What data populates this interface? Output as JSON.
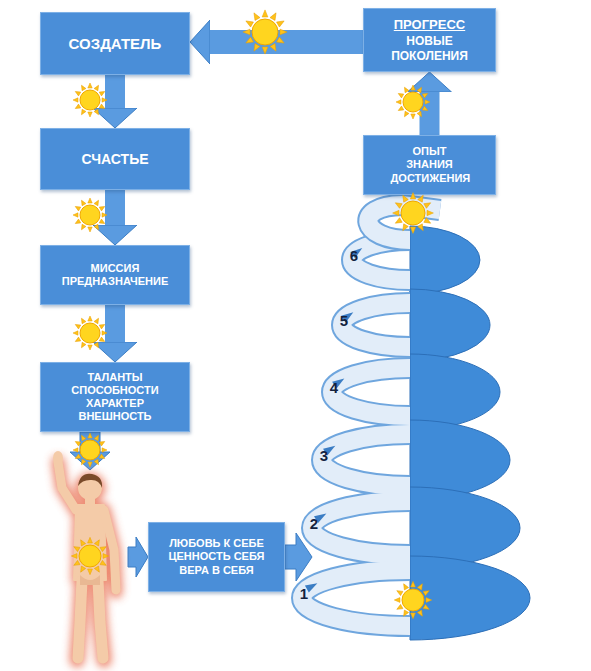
{
  "diagram": {
    "nodes": [
      {
        "text": [
          "СОЗДАТЕЛЬ"
        ]
      },
      {
        "text": [
          "ПРОГРЕСС",
          "НОВЫЕ ПОКОЛЕНИЯ"
        ]
      },
      {
        "text": [
          "СЧАСТЬЕ"
        ]
      },
      {
        "text": [
          "ОПЫТ ЗНАНИЯ ДОСТИЖЕНИЯ"
        ]
      },
      {
        "text": [
          "МИССИЯ ПРЕДНАЗНАЧЕНИЕ"
        ]
      },
      {
        "text": [
          "ТАЛАНТЫ СПОСОБНОСТИ ХАРАКТЕР ВНЕШНОСТЬ"
        ]
      },
      {
        "text": [
          "ЛЮБОВЬ К СЕБЕ ЦЕННОСТЬ СЕБЯ ВЕРА В СЕБЯ"
        ]
      }
    ],
    "edges": [
      {
        "from": 1,
        "to": 0,
        "arrow": "to"
      },
      {
        "from": 0,
        "to": 2,
        "arrow": "to"
      },
      {
        "from": 2,
        "to": 4,
        "arrow": "to"
      },
      {
        "from": 4,
        "to": 5,
        "arrow": "to"
      },
      {
        "from": 3,
        "to": 1,
        "arrow": "to"
      }
    ],
    "labels": [
      "1",
      "2",
      "3",
      "4",
      "5",
      "6"
    ]
  }
}
